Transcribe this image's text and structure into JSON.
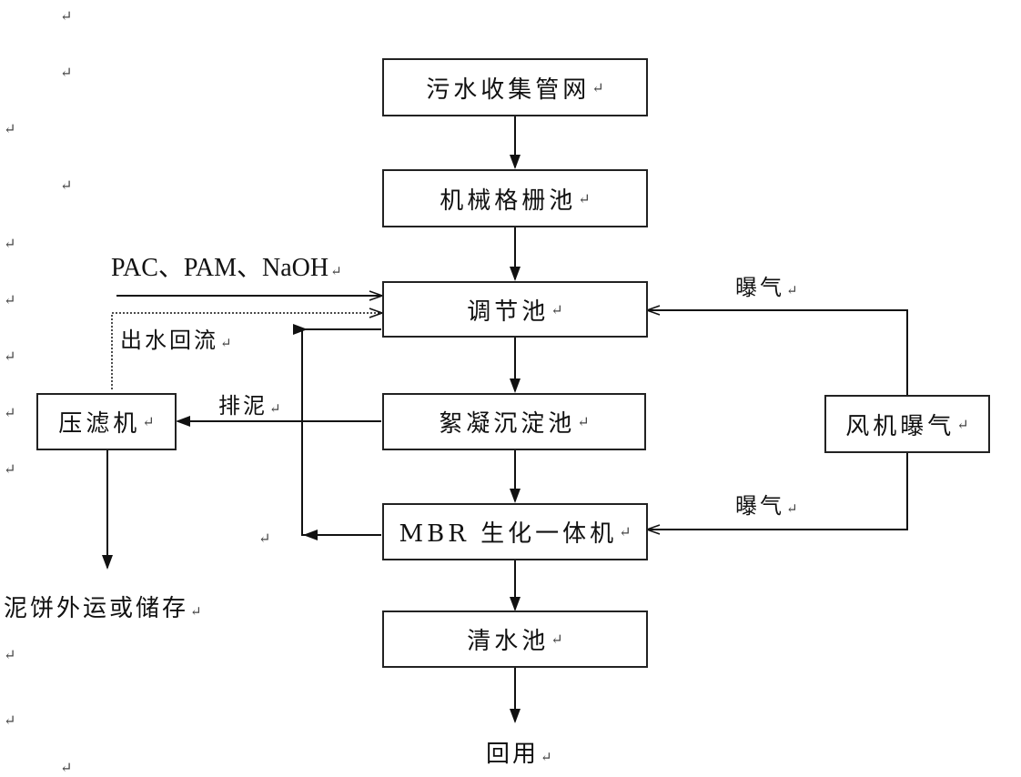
{
  "nodes": {
    "collection": "污水收集管网",
    "screen": "机械格栅池",
    "regulating": "调节池",
    "flocculation": "絮凝沉淀池",
    "mbr": "MBR 生化一体机",
    "clear_water": "清水池",
    "filter_press": "压滤机",
    "blower": "风机曝气"
  },
  "labels": {
    "chemicals": "PAC、PAM、NaOH",
    "effluent_reflux": "出水回流",
    "sludge_discharge": "排泥",
    "aeration_top": "曝气",
    "aeration_bottom": "曝气",
    "sludge_cake": "泥饼外运或储存",
    "reuse": "回用"
  },
  "paragraph_mark": "↵"
}
